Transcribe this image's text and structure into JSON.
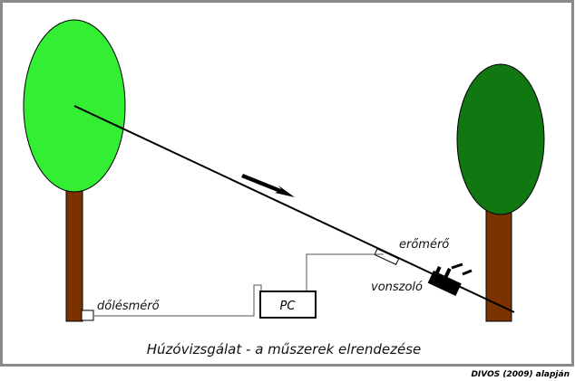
{
  "diagram": {
    "caption": "Húzóvizsgálat - a műszerek elrendezése",
    "credit": "DIVOS (2009) alapján",
    "labels": {
      "force_meter": "erőmérő",
      "puller": "vonszoló",
      "inclinometer": "dőlésmérő",
      "computer": "PC"
    },
    "colors": {
      "left_tree_crown": "#33ee33",
      "right_tree_crown": "#117711",
      "trunk": "#7a3300",
      "frame_border": "#8a8a8a",
      "line": "#000000"
    }
  }
}
